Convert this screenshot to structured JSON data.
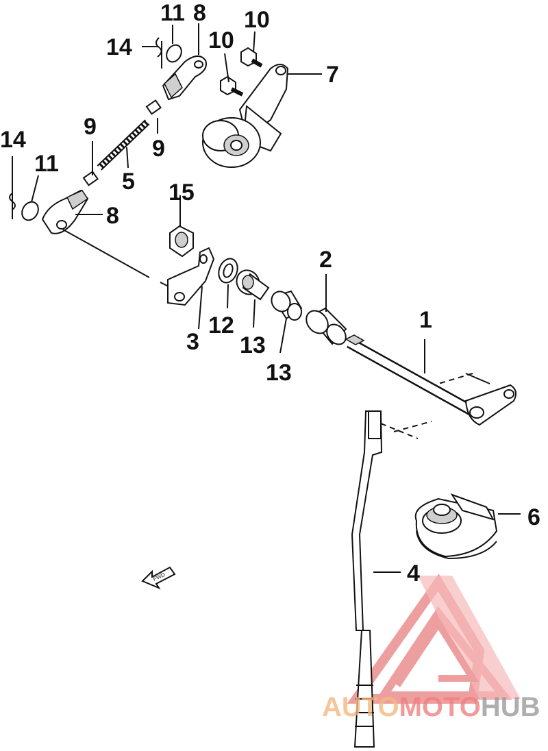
{
  "callouts": {
    "c1": "1",
    "c2": "2",
    "c3": "3",
    "c4": "4",
    "c5": "5",
    "c6": "6",
    "c7": "7",
    "c8a": "8",
    "c8b": "8",
    "c9a": "9",
    "c9b": "9",
    "c10a": "10",
    "c10b": "10",
    "c11a": "11",
    "c11b": "11",
    "c12": "12",
    "c13a": "13",
    "c13b": "13",
    "c14a": "14",
    "c14b": "14",
    "c15": "15"
  },
  "fwd_marker": {
    "label": "FWD"
  },
  "watermark": {
    "part1": "AUTO",
    "part2": "MOTO",
    "part3": "HUB",
    "color1": "#f5b97f",
    "color2": "#f08080",
    "color3": "#9a9a9a"
  }
}
